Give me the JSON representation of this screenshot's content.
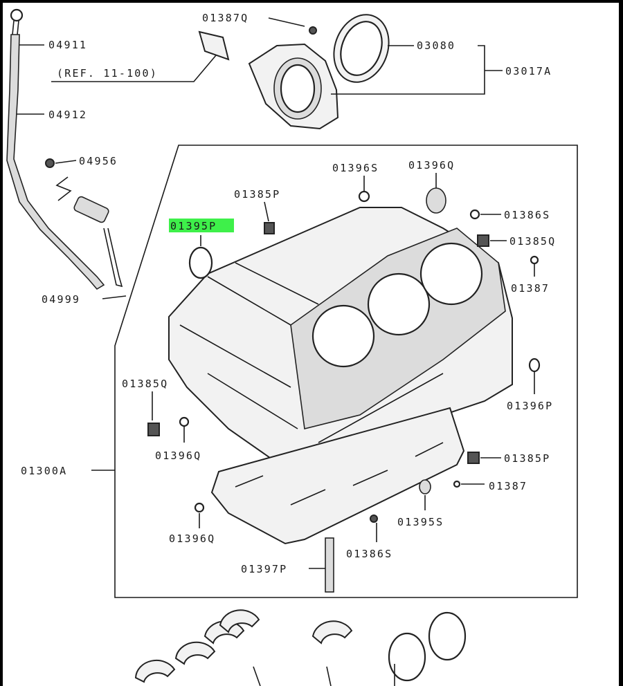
{
  "diagram": {
    "labels": {
      "p04911": "04911",
      "ref": "(REF. 11-100)",
      "p04912": "04912",
      "p04956": "04956",
      "p04999": "04999",
      "p01387Q": "01387Q",
      "p03080": "03080",
      "p03017A": "03017A",
      "p01396S": "01396S",
      "p01396Q_top": "01396Q",
      "p01385P_top": "01385P",
      "p01395P": "01395P",
      "p01386S_right": "01386S",
      "p01385Q_right": "01385Q",
      "p01387_right": "01387",
      "p01396P": "01396P",
      "p01385Q_left": "01385Q",
      "p01396Q_left": "01396Q",
      "p01300A": "01300A",
      "p01385P_bottom": "01385P",
      "p01387_bottom": "01387",
      "p01395S": "01395S",
      "p01396Q_bottom": "01396Q",
      "p01386S_bottom": "01386S",
      "p01397P": "01397P"
    },
    "highlight_color": "#3ef04a"
  }
}
